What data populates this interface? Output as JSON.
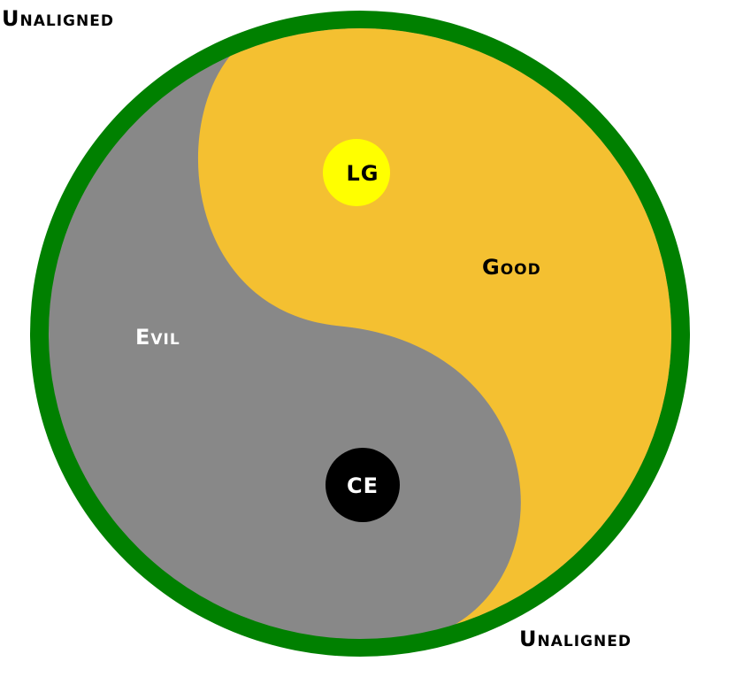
{
  "labels": {
    "unaligned_top": "Unaligned",
    "unaligned_bottom": "Unaligned",
    "good": "Good",
    "evil": "Evil",
    "lg": "LG",
    "ce": "CE"
  },
  "colors": {
    "ring": "#008000",
    "good": "#f4c031",
    "evil": "#888888",
    "lg": "#ffff00",
    "ce": "#000000"
  }
}
